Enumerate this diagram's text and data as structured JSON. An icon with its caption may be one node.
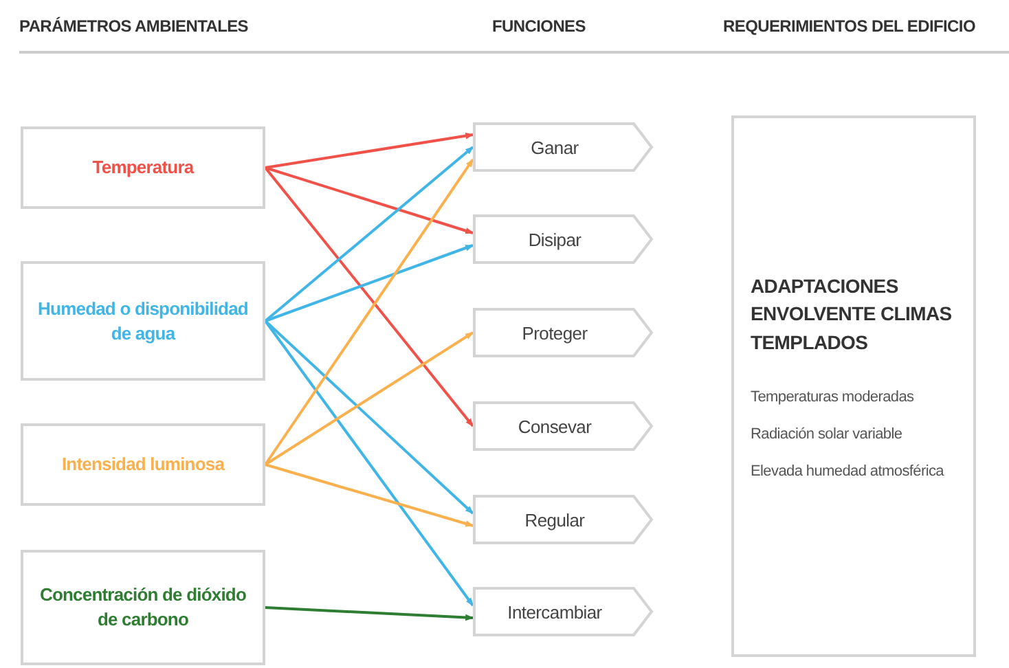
{
  "diagram": {
    "nodes": [
      {
        "text": [
          "Temperatura"
        ]
      },
      {
        "text": [
          "Humedad o disponibilidad de agua"
        ]
      },
      {
        "text": [
          "Intensidad luminosa"
        ]
      },
      {
        "text": [
          "Concentración de dióxido de carbono"
        ]
      },
      {
        "text": [
          "Ganar"
        ]
      },
      {
        "text": [
          "Disipar"
        ]
      },
      {
        "text": [
          "Proteger"
        ]
      },
      {
        "text": [
          "Consevar"
        ]
      },
      {
        "text": [
          "Regular"
        ]
      },
      {
        "text": [
          "Intercambiar"
        ]
      },
      {
        "text": [
          "ADAPTACIONES ENVOLVENTE CLIMAS TEMPLADOS",
          "Temperaturas moderadas",
          "Radiación solar variable",
          "Elevada humedad atmosférica"
        ]
      }
    ],
    "edges": [
      {
        "from": 0,
        "to": 4,
        "arrow": "to",
        "color": "#f0524a"
      },
      {
        "from": 0,
        "to": 5,
        "arrow": "to",
        "color": "#f0524a"
      },
      {
        "from": 0,
        "to": 7,
        "arrow": "to",
        "color": "#f0524a"
      },
      {
        "from": 1,
        "to": 4,
        "arrow": "to",
        "color": "#41b6e6"
      },
      {
        "from": 1,
        "to": 5,
        "arrow": "to",
        "color": "#41b6e6"
      },
      {
        "from": 1,
        "to": 8,
        "arrow": "to",
        "color": "#41b6e6"
      },
      {
        "from": 1,
        "to": 9,
        "arrow": "to",
        "color": "#41b6e6"
      },
      {
        "from": 2,
        "to": 4,
        "arrow": "to",
        "color": "#f9b04e"
      },
      {
        "from": 2,
        "to": 6,
        "arrow": "to",
        "color": "#f9b04e"
      },
      {
        "from": 2,
        "to": 8,
        "arrow": "to",
        "color": "#f9b04e"
      },
      {
        "from": 3,
        "to": 9,
        "arrow": "to",
        "color": "#2e7d32"
      }
    ],
    "labels": [
      "PARÁMETROS AMBIENTALES",
      "FUNCIONES",
      "REQUERIMIENTOS DEL EDIFICIO"
    ]
  }
}
